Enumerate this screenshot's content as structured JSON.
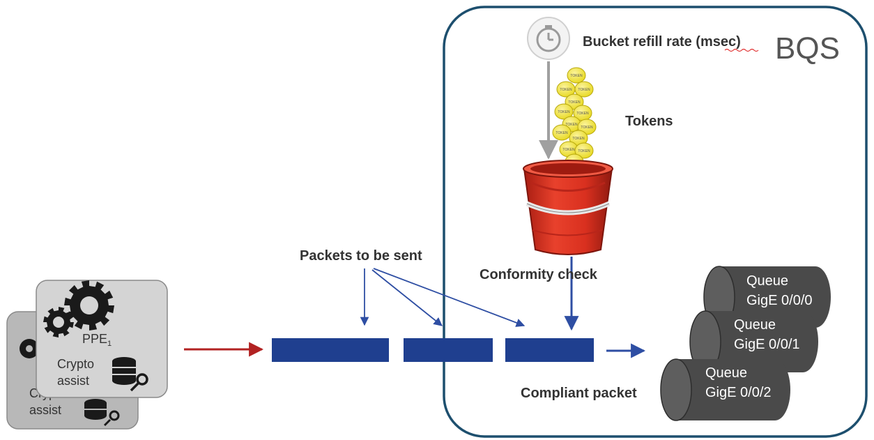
{
  "bqs": {
    "title": "BQS",
    "refill_label_main": "Bucket refill rate (",
    "refill_label_unit": "msec",
    "refill_label_end": ")",
    "tokens_label": "Tokens",
    "conformity_label": "Conformity check",
    "compliant_label": "Compliant packet",
    "token_text": "TOKEN"
  },
  "packets_label": "Packets to be sent",
  "ppe_back": {
    "crypto": "Crypto",
    "assist": "assist"
  },
  "ppe_front": {
    "name": "PPE",
    "subscript": "1",
    "crypto": "Crypto",
    "assist": "assist"
  },
  "queues": [
    {
      "label": "Queue",
      "iface": "GigE 0/0/0"
    },
    {
      "label": "Queue",
      "iface": "GigE 0/0/1"
    },
    {
      "label": "Queue",
      "iface": "GigE 0/0/2"
    }
  ],
  "colors": {
    "packet_blue": "#1f3f8f",
    "arrow_blue": "#2e4ea3",
    "arrow_red": "#b22222",
    "bqs_border": "#1d4f6e",
    "bucket_red": "#d9301f",
    "token_yellow": "#f2e531",
    "queue_gray": "#4a4a4a"
  },
  "icons": [
    "gear-icon",
    "database-key-icon",
    "stopwatch-icon",
    "bucket-icon",
    "token-icon",
    "cylinder-icon"
  ]
}
